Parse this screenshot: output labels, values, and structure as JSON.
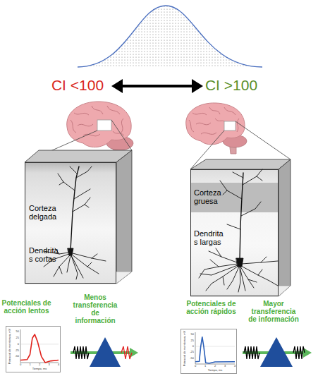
{
  "diagram": {
    "nodes": [
      {
        "text": [
          "Corteza delgada",
          "Dendrita s cortas"
        ]
      },
      {
        "text": [
          "Corteza gruesa",
          "Dendrita s largas"
        ]
      },
      {
        "text": [
          "Potencial de membrana, mV",
          "50",
          "25",
          "0",
          "-25",
          "-50",
          "0",
          "1",
          "2",
          "3",
          "4",
          "Tiempo, ms"
        ]
      },
      {
        "text": [
          "Potencial de membrana, mV",
          "50",
          "25",
          "0",
          "-25",
          "-50",
          "0",
          "1",
          "2",
          "3",
          "4",
          "Tiempo, ms"
        ]
      }
    ],
    "labels": [
      "CI <100",
      "CI >100",
      "Potenciales de acción lentos",
      "Menos transferencia de información",
      "Potenciales de acción rápidos",
      "Mayor transferencia de información"
    ]
  }
}
